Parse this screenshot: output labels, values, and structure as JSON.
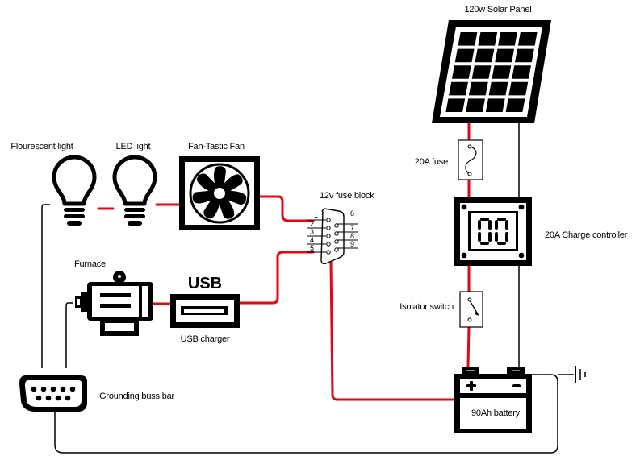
{
  "diagram": {
    "title": "12V solar wiring diagram",
    "colors": {
      "positive_wire": "#e30613",
      "negative_wire": "#000000",
      "background": "#ffffff"
    },
    "components": {
      "solar_panel": {
        "label": "120w Solar Panel",
        "icon": "solar-panel-icon"
      },
      "fuse": {
        "label": "20A fuse",
        "icon": "fuse-icon"
      },
      "charge_controller": {
        "label": "20A Charge controller",
        "icon": "charge-controller-icon",
        "display": "00"
      },
      "isolator_switch": {
        "label": "Isolator switch",
        "icon": "switch-icon"
      },
      "battery": {
        "label": "90Ah battery",
        "icon": "battery-icon",
        "positive": "+",
        "negative": "-"
      },
      "fuse_block": {
        "label": "12v fuse block",
        "icon": "fuse-block-icon",
        "pins": [
          "1",
          "2",
          "3",
          "4",
          "5",
          "6",
          "7",
          "8",
          "9"
        ]
      },
      "fluorescent_light": {
        "label": "Flourescent light",
        "icon": "lightbulb-icon"
      },
      "led_light": {
        "label": "LED light",
        "icon": "lightbulb-icon"
      },
      "fan": {
        "label": "Fan-Tastic Fan",
        "icon": "fan-icon"
      },
      "furnace": {
        "label": "Furnace",
        "icon": "motor-icon"
      },
      "usb_charger": {
        "label": "USB charger",
        "icon_text": "USB",
        "icon": "usb-icon"
      },
      "grounding_bar": {
        "label": "Grounding buss bar",
        "icon": "bus-bar-icon"
      },
      "ground": {
        "icon": "ground-icon"
      }
    }
  }
}
